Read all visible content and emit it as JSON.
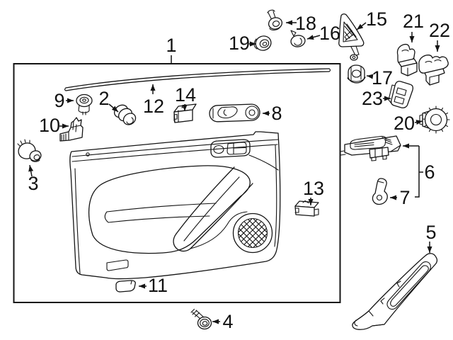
{
  "diagram": {
    "type": "auto-parts-exploded-diagram",
    "subject": "front door interior trim panel with fasteners, switches and trim pieces",
    "background_color": "#ffffff",
    "line_color": "#141414",
    "label_color": "#111111",
    "callouts": {
      "c1": {
        "text": "1"
      },
      "c2": {
        "text": "2"
      },
      "c3": {
        "text": "3"
      },
      "c4": {
        "text": "4"
      },
      "c5": {
        "text": "5"
      },
      "c6": {
        "text": "6"
      },
      "c7": {
        "text": "7"
      },
      "c8": {
        "text": "8"
      },
      "c9": {
        "text": "9"
      },
      "c10": {
        "text": "10"
      },
      "c11": {
        "text": "11"
      },
      "c12": {
        "text": "12"
      },
      "c13": {
        "text": "13"
      },
      "c14": {
        "text": "14"
      },
      "c15": {
        "text": "15"
      },
      "c16": {
        "text": "16"
      },
      "c17": {
        "text": "17"
      },
      "c18": {
        "text": "18"
      },
      "c19": {
        "text": "19"
      },
      "c20": {
        "text": "20"
      },
      "c21": {
        "text": "21"
      },
      "c22": {
        "text": "22"
      },
      "c23": {
        "text": "23"
      }
    }
  }
}
